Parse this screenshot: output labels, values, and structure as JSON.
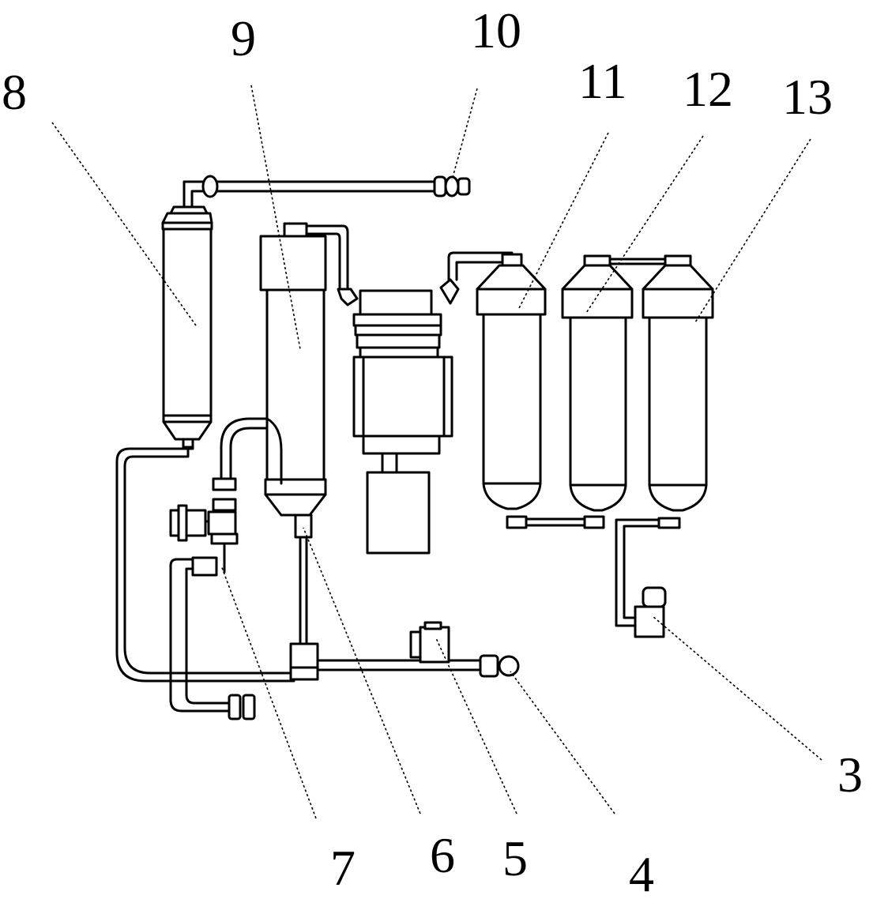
{
  "labels": {
    "l3": "3",
    "l4": "4",
    "l5": "5",
    "l6": "6",
    "l7": "7",
    "l8": "8",
    "l9": "9",
    "l10": "10",
    "l11": "11",
    "l12": "12",
    "l13": "13"
  }
}
